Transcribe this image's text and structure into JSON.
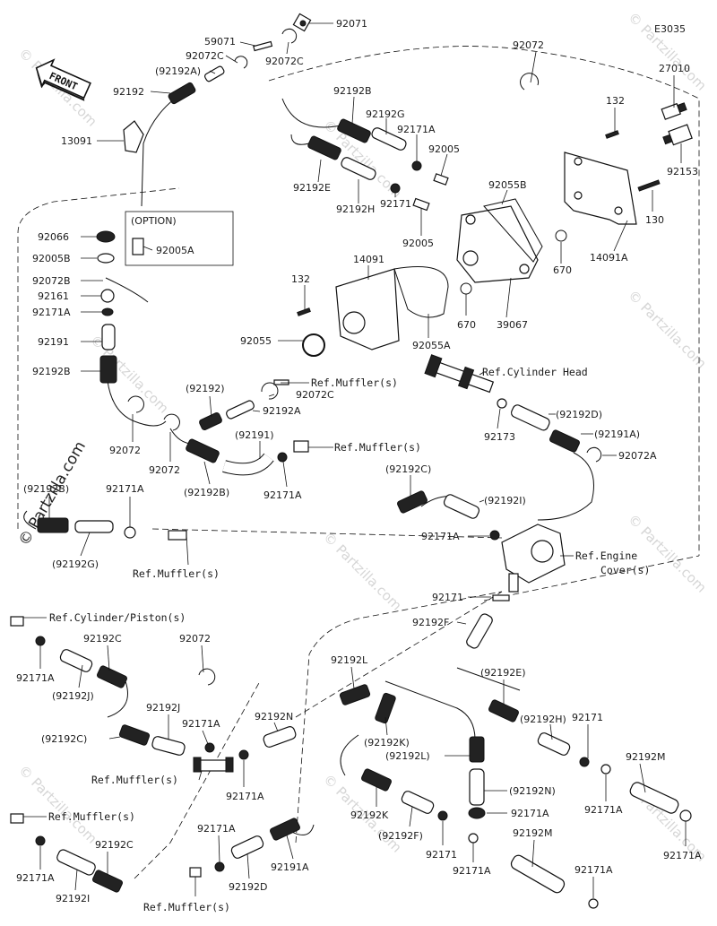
{
  "diagram": {
    "code": "E3035",
    "front_label": "FRONT",
    "option_label": "(OPTION)",
    "watermarks": [
      "© Partzilla.com"
    ],
    "side_watermark": "© Partzilla.com",
    "labels": [
      {
        "id": "l92071",
        "text": "92071"
      },
      {
        "id": "l59071",
        "text": "59071"
      },
      {
        "id": "l92072c_a",
        "text": "92072C"
      },
      {
        "id": "l92192a_p",
        "text": "(92192A)"
      },
      {
        "id": "l92192_a",
        "text": "92192"
      },
      {
        "id": "l92072c_b",
        "text": "92072C"
      },
      {
        "id": "l13091",
        "text": "13091"
      },
      {
        "id": "l92072_top",
        "text": "92072"
      },
      {
        "id": "l27010",
        "text": "27010"
      },
      {
        "id": "l132_a",
        "text": "132"
      },
      {
        "id": "l92153",
        "text": "92153"
      },
      {
        "id": "l130",
        "text": "130"
      },
      {
        "id": "l14091a",
        "text": "14091A"
      },
      {
        "id": "l92192b_a",
        "text": "92192B"
      },
      {
        "id": "l92192g_a",
        "text": "92192G"
      },
      {
        "id": "l92171a_a",
        "text": "92171A"
      },
      {
        "id": "l92005_a",
        "text": "92005"
      },
      {
        "id": "l92192e_a",
        "text": "92192E"
      },
      {
        "id": "l92192h_a",
        "text": "92192H"
      },
      {
        "id": "l92171_a",
        "text": "92171"
      },
      {
        "id": "l92005_b",
        "text": "92005"
      },
      {
        "id": "l92055b",
        "text": "92055B"
      },
      {
        "id": "l670_a",
        "text": "670"
      },
      {
        "id": "l670_b",
        "text": "670"
      },
      {
        "id": "l39067",
        "text": "39067"
      },
      {
        "id": "l14091",
        "text": "14091"
      },
      {
        "id": "l132_b",
        "text": "132"
      },
      {
        "id": "l92055",
        "text": "92055"
      },
      {
        "id": "l92055a",
        "text": "92055A"
      },
      {
        "id": "l92066",
        "text": "92066"
      },
      {
        "id": "l92005a",
        "text": "92005A"
      },
      {
        "id": "l92005b",
        "text": "92005B"
      },
      {
        "id": "l92072b",
        "text": "92072B"
      },
      {
        "id": "l92161",
        "text": "92161"
      },
      {
        "id": "l92171a_b",
        "text": "92171A"
      },
      {
        "id": "l92191_a",
        "text": "92191"
      },
      {
        "id": "l92192b_b",
        "text": "92192B"
      },
      {
        "id": "l92072_b",
        "text": "92072"
      },
      {
        "id": "l92072_c",
        "text": "92072"
      },
      {
        "id": "l92192_p",
        "text": "(92192)"
      },
      {
        "id": "l92072c_c",
        "text": "92072C"
      },
      {
        "id": "l92192a_b",
        "text": "92192A"
      },
      {
        "id": "l92191_p",
        "text": "(92191)"
      },
      {
        "id": "l92192b_p2",
        "text": "(92192B)"
      },
      {
        "id": "l92171a_c",
        "text": "92171A"
      },
      {
        "id": "l92173",
        "text": "92173"
      },
      {
        "id": "l92192d_p",
        "text": "(92192D)"
      },
      {
        "id": "l92191a_p",
        "text": "(92191A)"
      },
      {
        "id": "l92072a",
        "text": "92072A"
      },
      {
        "id": "l92192b_p",
        "text": "(92192B)"
      },
      {
        "id": "l92171a_d",
        "text": "92171A"
      },
      {
        "id": "l92192g_p",
        "text": "(92192G)"
      },
      {
        "id": "l92192c_p",
        "text": "(92192C)"
      },
      {
        "id": "l92192i_p",
        "text": "(92192I)"
      },
      {
        "id": "l92171a_e",
        "text": "92171A"
      },
      {
        "id": "l92171_b",
        "text": "92171"
      },
      {
        "id": "l92192f",
        "text": "92192F"
      },
      {
        "id": "l92192c_a",
        "text": "92192C"
      },
      {
        "id": "l92072_d",
        "text": "92072"
      },
      {
        "id": "l92171a_f",
        "text": "92171A"
      },
      {
        "id": "l92192j_p",
        "text": "(92192J)"
      },
      {
        "id": "l92192j",
        "text": "92192J"
      },
      {
        "id": "l92171a_g",
        "text": "92171A"
      },
      {
        "id": "l92192c_p2",
        "text": "(92192C)"
      },
      {
        "id": "l92192n",
        "text": "92192N"
      },
      {
        "id": "l92171a_h",
        "text": "92171A"
      },
      {
        "id": "l92192l",
        "text": "92192L"
      },
      {
        "id": "l92192k_p",
        "text": "(92192K)"
      },
      {
        "id": "l92192l_p",
        "text": "(92192L)"
      },
      {
        "id": "l92192e_p",
        "text": "(92192E)"
      },
      {
        "id": "l92192h_p",
        "text": "(92192H)"
      },
      {
        "id": "l92171_c",
        "text": "92171"
      },
      {
        "id": "l92192m_a",
        "text": "92192M"
      },
      {
        "id": "l92192n_p",
        "text": "(92192N)"
      },
      {
        "id": "l92171a_i",
        "text": "92171A"
      },
      {
        "id": "l92171a_j",
        "text": "92171A"
      },
      {
        "id": "l92171a_k",
        "text": "92171A"
      },
      {
        "id": "l92192k",
        "text": "92192K"
      },
      {
        "id": "l92192f_p",
        "text": "(92192F)"
      },
      {
        "id": "l92171_d",
        "text": "92171"
      },
      {
        "id": "l92192m_b",
        "text": "92192M"
      },
      {
        "id": "l92171a_l",
        "text": "92171A"
      },
      {
        "id": "l92171a_m",
        "text": "92171A"
      },
      {
        "id": "l92192c_b",
        "text": "92192C"
      },
      {
        "id": "l92171a_n",
        "text": "92171A"
      },
      {
        "id": "l92192i",
        "text": "92192I"
      },
      {
        "id": "l92171a_o",
        "text": "92171A"
      },
      {
        "id": "l92192d",
        "text": "92192D"
      },
      {
        "id": "l92191a",
        "text": "92191A"
      }
    ],
    "references": [
      {
        "id": "r1",
        "text": "Ref.Muffler(s)"
      },
      {
        "id": "r2",
        "text": "Ref.Muffler(s)"
      },
      {
        "id": "r3",
        "text": "Ref.Cylinder Head"
      },
      {
        "id": "r4",
        "text": "Ref.Muffler(s)"
      },
      {
        "id": "r5",
        "text": "Ref.Engine"
      },
      {
        "id": "r5b",
        "text": "Cover(s)"
      },
      {
        "id": "r6",
        "text": "Ref.Cylinder/Piston(s)"
      },
      {
        "id": "r7",
        "text": "Ref.Muffler(s)"
      },
      {
        "id": "r8",
        "text": "Ref.Muffler(s)"
      },
      {
        "id": "r9",
        "text": "Ref.Muffler(s)"
      }
    ]
  }
}
